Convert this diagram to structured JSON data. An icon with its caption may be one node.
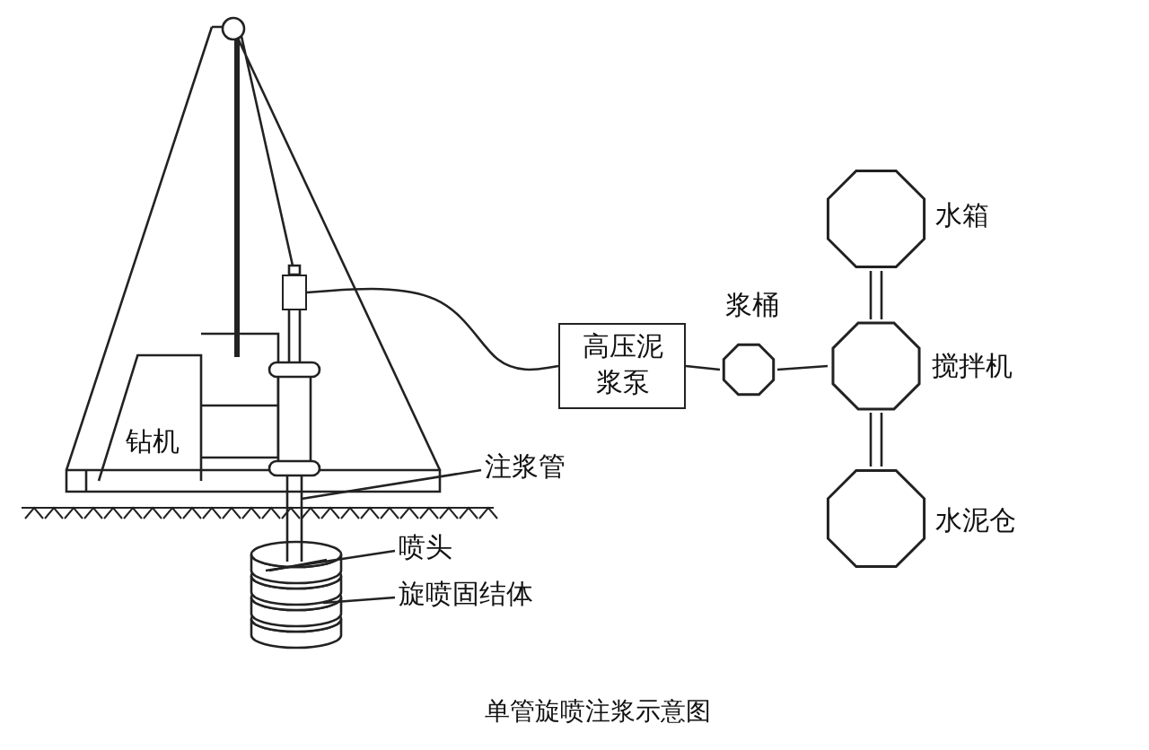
{
  "diagram": {
    "caption": "单管旋喷注浆示意图",
    "nodes": [
      {
        "text": [
          "钻机"
        ]
      },
      {
        "text": [
          "高压泥浆泵"
        ]
      },
      {
        "text": [
          "浆桶"
        ]
      },
      {
        "text": [
          "水箱"
        ]
      },
      {
        "text": [
          "搅拌机"
        ]
      },
      {
        "text": [
          "水泥仓"
        ]
      },
      {
        "text": [],
        "shape": "box"
      },
      {
        "text": [
          "注浆管"
        ]
      },
      {
        "text": [
          "喷头"
        ]
      },
      {
        "text": [
          "旋喷固结体"
        ]
      }
    ],
    "edges": [
      {
        "from": 6,
        "to": 1,
        "arrow": "none"
      },
      {
        "from": 1,
        "to": 2,
        "arrow": "none"
      },
      {
        "from": 2,
        "to": 4,
        "arrow": "none"
      },
      {
        "from": 3,
        "to": 4,
        "arrow": "none"
      },
      {
        "from": 4,
        "to": 5,
        "arrow": "none"
      },
      {
        "from": 7,
        "to": null,
        "arrow": "none"
      },
      {
        "from": 8,
        "to": null,
        "arrow": "none"
      },
      {
        "from": 9,
        "to": null,
        "arrow": "none"
      }
    ]
  }
}
